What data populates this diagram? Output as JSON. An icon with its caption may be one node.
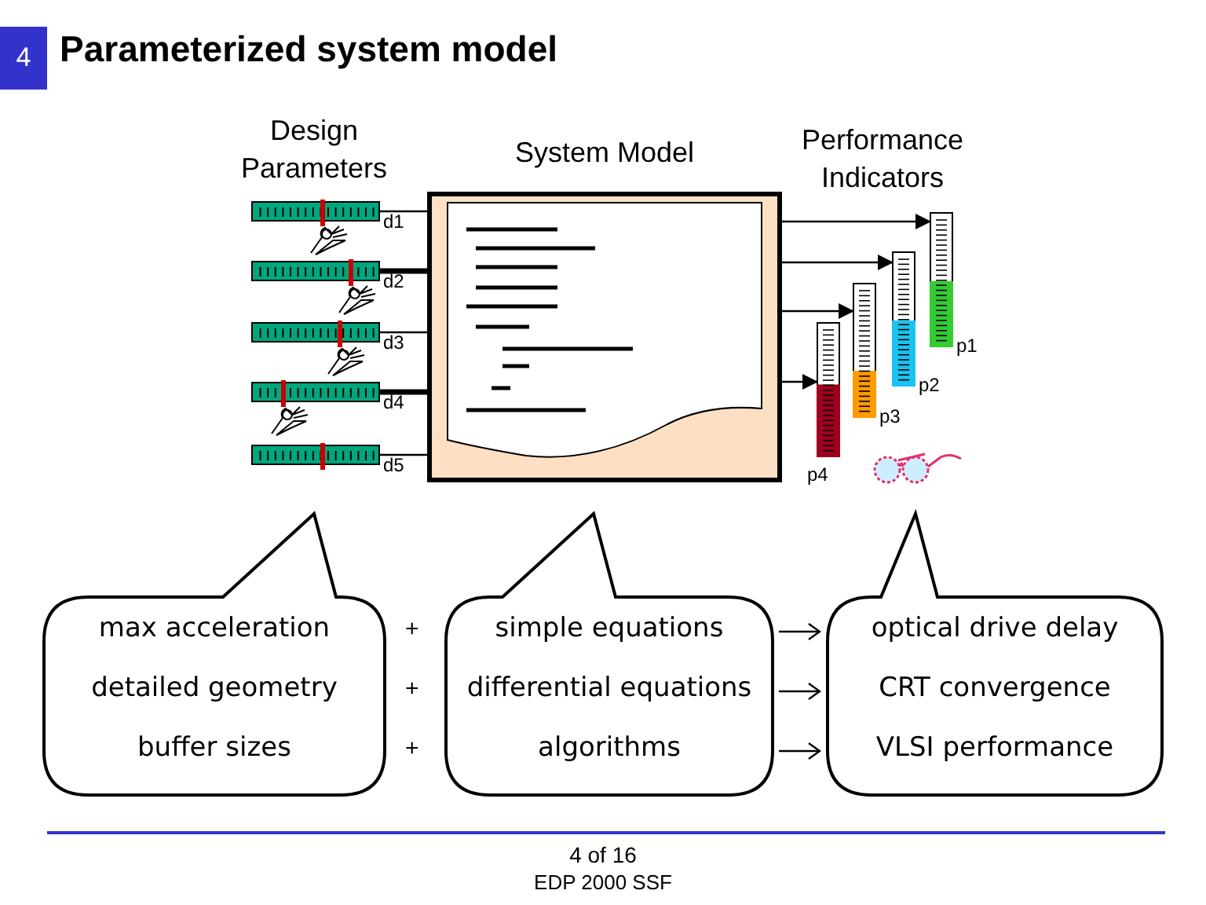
{
  "diagram": {
    "title": "Parameterized system model",
    "nodes": [
      {
        "text": [],
        "shape": "bar",
        "beside": [
          "d1"
        ]
      },
      {
        "text": [],
        "shape": "bar",
        "beside": [
          "d2"
        ]
      },
      {
        "text": [],
        "shape": "bar",
        "beside": [
          "d3"
        ]
      },
      {
        "text": [],
        "shape": "bar",
        "beside": [
          "d4"
        ]
      },
      {
        "text": [],
        "shape": "bar",
        "beside": [
          "d5"
        ]
      },
      {
        "text": [
          "System Model"
        ]
      },
      {
        "text": [],
        "shape": "bar",
        "beside": [
          "p1"
        ]
      },
      {
        "text": [],
        "shape": "bar",
        "beside": [
          "p2"
        ]
      },
      {
        "text": [],
        "shape": "bar",
        "beside": [
          "p3"
        ]
      },
      {
        "text": [],
        "shape": "bar",
        "beside": [
          "p4"
        ]
      },
      {
        "text": [
          "max acceleration",
          "detailed geometry",
          "buffer sizes"
        ]
      },
      {
        "text": [
          "simple equations",
          "differential equations",
          "algorithms"
        ]
      },
      {
        "text": [
          "optical drive delay",
          "CRT convergence",
          "VLSI performance"
        ]
      }
    ],
    "edges": [
      {
        "from": 0,
        "to": 5,
        "arrow": "none"
      },
      {
        "from": 1,
        "to": 5,
        "arrow": "none",
        "style": "thick"
      },
      {
        "from": 2,
        "to": 5,
        "arrow": "none"
      },
      {
        "from": 3,
        "to": 5,
        "arrow": "none",
        "style": "thick"
      },
      {
        "from": 4,
        "to": 5,
        "arrow": "none"
      },
      {
        "from": 5,
        "to": 6,
        "arrow": "to"
      },
      {
        "from": 5,
        "to": 7,
        "arrow": "to"
      },
      {
        "from": 5,
        "to": 8,
        "arrow": "to"
      },
      {
        "from": 5,
        "to": 9,
        "arrow": "to"
      },
      {
        "from": 11,
        "to": 12,
        "arrow": "to"
      },
      {
        "from": 11,
        "to": 12,
        "arrow": "to"
      },
      {
        "from": 11,
        "to": 12,
        "arrow": "to"
      }
    ],
    "labels": [
      "4",
      "Design Parameters",
      "Performance Indicators",
      "+",
      "+",
      "+",
      "4 of 16",
      "EDP 2000 SSF"
    ]
  }
}
